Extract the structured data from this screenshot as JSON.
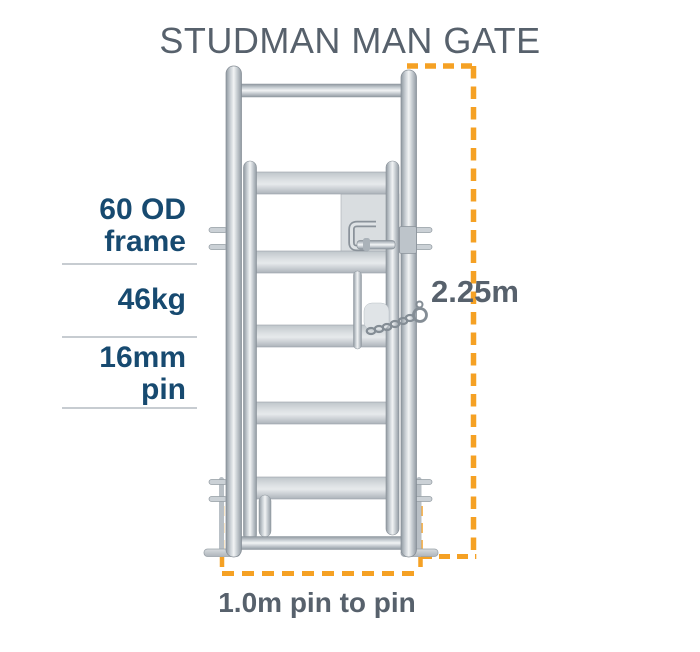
{
  "title": "STUDMAN MAN GATE",
  "specs": [
    {
      "line1": "60 OD",
      "line2": "frame"
    },
    {
      "line1": "46kg",
      "line2": ""
    },
    {
      "line1": "16mm",
      "line2": "pin"
    }
  ],
  "dimensions": {
    "height_label": "2.25m",
    "width_label": "1.0m pin to pin"
  },
  "illustration": {
    "description": "Galvanised steel man gate with outer frame, five flat rails, latch handle, slide bolt, safety chain, hinge lugs and base plates"
  },
  "colors": {
    "accent_orange": "#F5A124",
    "spec_blue": "#174A70",
    "dimension_gray": "#57616C",
    "divider_gray": "#C7CCD1",
    "metal_highlight": "#F2F4F5",
    "metal_shadow": "#8F98A0"
  }
}
